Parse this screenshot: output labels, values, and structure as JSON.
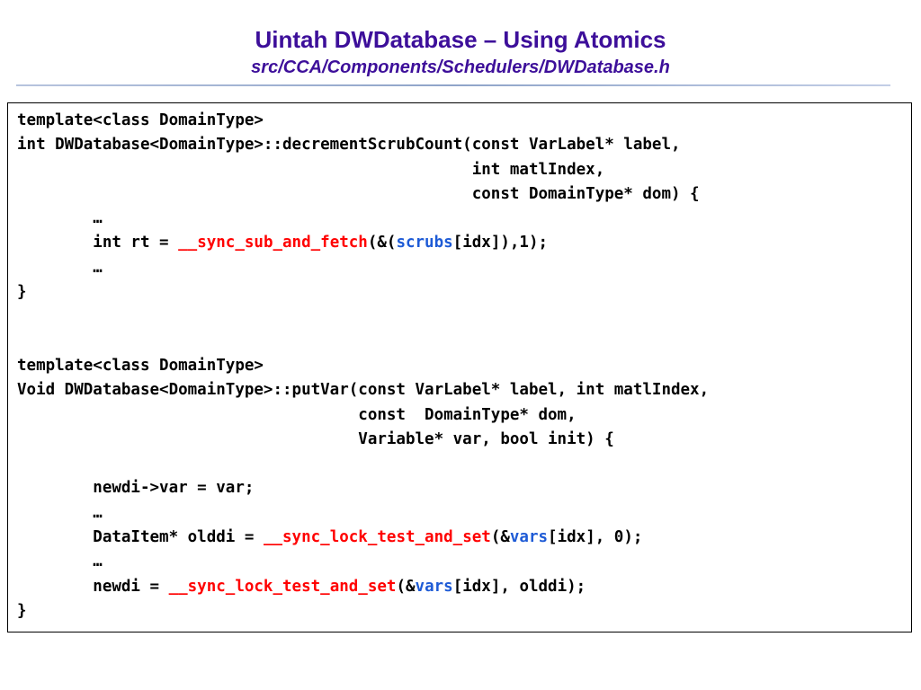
{
  "slide": {
    "title": "Uintah DWDatabase – Using Atomics",
    "subtitle": "src/CCA/Components/Schedulers/DWDatabase.h"
  },
  "code": {
    "l1": "template<class DomainType>",
    "l2": "int DWDatabase<DomainType>::decrementScrubCount(const VarLabel* label,",
    "l3": "                                                int matlIndex,",
    "l4": "                                                const DomainType* dom) {",
    "l5": "        …",
    "l6_pre": "        int rt = ",
    "l6_fn": "__sync_sub_and_fetch",
    "l6_mid": "(&(",
    "l6_var": "scrubs",
    "l6_post": "[idx]),1);",
    "l7": "        …",
    "l8": "}",
    "l9": "",
    "l10": "",
    "l11": "template<class DomainType>",
    "l12": "Void DWDatabase<DomainType>::putVar(const VarLabel* label, int matlIndex,",
    "l13": "                                    const  DomainType* dom,",
    "l14": "                                    Variable* var, bool init) {",
    "l15": "",
    "l16": "        newdi->var = var;",
    "l17": "        …",
    "l18_pre": "        DataItem* olddi = ",
    "l18_fn": "__sync_lock_test_and_set",
    "l18_mid": "(&",
    "l18_var": "vars",
    "l18_post": "[idx], 0);",
    "l19": "        …",
    "l20_pre": "        newdi = ",
    "l20_fn": "__sync_lock_test_and_set",
    "l20_mid": "(&",
    "l20_var": "vars",
    "l20_post": "[idx], olddi);",
    "l21": "}"
  },
  "colors": {
    "title": "#3d0f9a",
    "function_highlight": "#ff0000",
    "variable_highlight": "#1e5bd6",
    "code_text": "#000000"
  }
}
